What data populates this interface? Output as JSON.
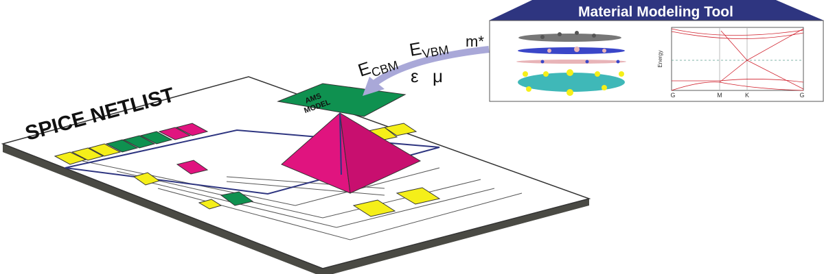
{
  "netlist": {
    "title": "SPICE NETLIST"
  },
  "ams_model": {
    "line1": "AMS",
    "line2": "MODEL"
  },
  "parameters": {
    "e": "E",
    "cbm": "CBM",
    "vbm": "VBM",
    "m": "m*",
    "epsilon": "ε",
    "mu": "μ"
  },
  "tool": {
    "title": "Material Modeling Tool",
    "band_plot": {
      "ylabel": "Energy",
      "x_ticks": [
        "G",
        "M",
        "K",
        "G"
      ]
    }
  },
  "colors": {
    "navy": "#2e3580",
    "green": "#0f9150",
    "magenta": "#e0147f",
    "yellow": "#f5ef19",
    "arrow": "#a9a8d8",
    "band": "#d0202c"
  }
}
